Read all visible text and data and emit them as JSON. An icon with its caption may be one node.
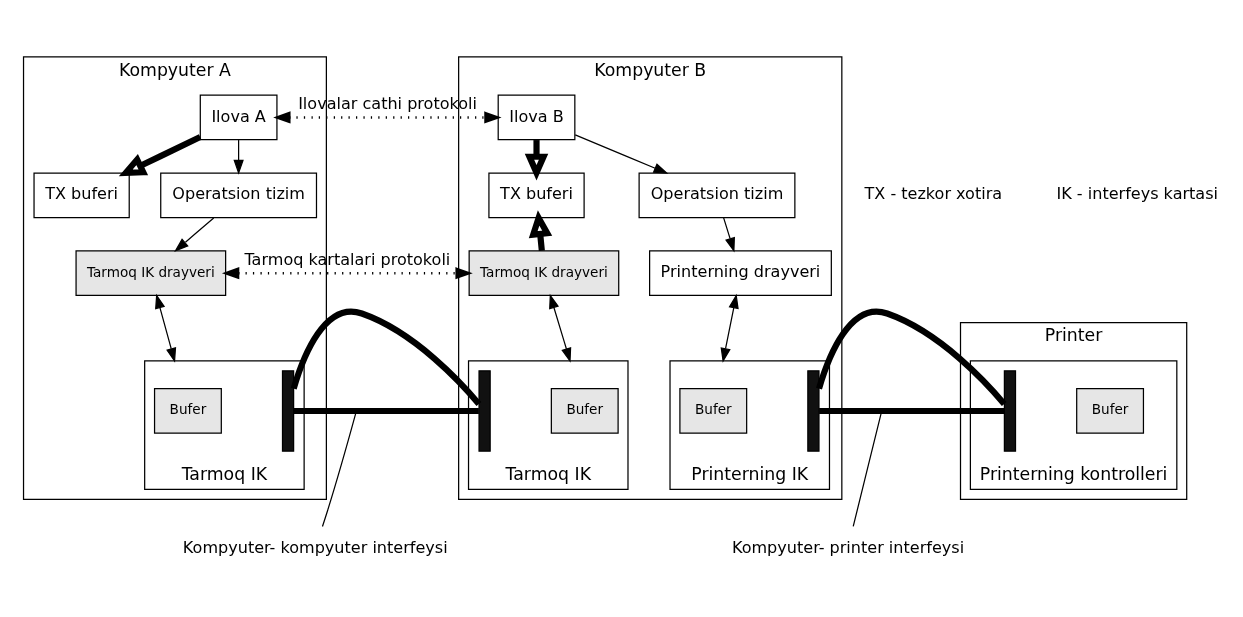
{
  "diagram": {
    "nodes": [
      {
        "text": [
          "Kompyuter A"
        ]
      },
      {
        "text": [
          "Ilova A"
        ],
        "in": 0
      },
      {
        "text": [
          "TX buferi"
        ],
        "in": 0
      },
      {
        "text": [
          "Operatsion tizim"
        ],
        "in": 0
      },
      {
        "text": [
          "Tarmoq IK drayveri"
        ],
        "in": 0
      },
      {
        "text": [
          "Tarmoq IK"
        ],
        "in": 0
      },
      {
        "text": [
          "Bufer"
        ],
        "in": 5
      },
      {
        "text": [
          "Kompyuter B"
        ]
      },
      {
        "text": [
          "Ilova B"
        ],
        "in": 7
      },
      {
        "text": [
          "TX buferi"
        ],
        "in": 7
      },
      {
        "text": [
          "Operatsion tizim"
        ],
        "in": 7
      },
      {
        "text": [
          "Printerning drayveri"
        ],
        "in": 7
      },
      {
        "text": [
          "Tarmoq IK drayveri"
        ],
        "in": 7
      },
      {
        "text": [
          "Tarmoq IK"
        ],
        "in": 7
      },
      {
        "text": [
          "Bufer"
        ],
        "in": 13
      },
      {
        "text": [
          "Printerning IK"
        ],
        "in": 7
      },
      {
        "text": [
          "Bufer"
        ],
        "in": 15
      },
      {
        "text": [
          "Printer"
        ]
      },
      {
        "text": [
          "Printerning kontrolleri"
        ],
        "in": 17
      },
      {
        "text": [
          "Bufer"
        ],
        "in": 18
      },
      {
        "text": [],
        "shape": "bar",
        "in": 5
      },
      {
        "text": [],
        "shape": "bar",
        "in": 13
      },
      {
        "text": [],
        "shape": "bar",
        "in": 15
      },
      {
        "text": [],
        "shape": "bar",
        "in": 18
      },
      {
        "text": [
          "Kompyuter- kompyuter interfeysi"
        ]
      },
      {
        "text": [
          "Kompyuter- printer interfeysi"
        ]
      }
    ],
    "edges": [
      {
        "from": 1,
        "to": 8,
        "arrow": "both",
        "style": "dashed",
        "label": "Ilovalar cathi protokoli"
      },
      {
        "from": 1,
        "to": 2,
        "arrow": "to",
        "style": "thick"
      },
      {
        "from": 1,
        "to": 3,
        "arrow": "to"
      },
      {
        "from": 3,
        "to": 4,
        "arrow": "to"
      },
      {
        "from": 4,
        "to": 12,
        "arrow": "both",
        "style": "dashed",
        "label": "Tarmoq kartalari protokoli"
      },
      {
        "from": 4,
        "to": 5,
        "arrow": "both"
      },
      {
        "from": 8,
        "to": 9,
        "arrow": "to",
        "style": "thick"
      },
      {
        "from": 12,
        "to": 9,
        "arrow": "to",
        "style": "thick"
      },
      {
        "from": 8,
        "to": 10,
        "arrow": "to"
      },
      {
        "from": 10,
        "to": 11,
        "arrow": "to"
      },
      {
        "from": 12,
        "to": 13,
        "arrow": "both"
      },
      {
        "from": 11,
        "to": 15,
        "arrow": "both"
      },
      {
        "from": 20,
        "to": 21,
        "arrow": "none",
        "style": "thick"
      },
      {
        "from": 22,
        "to": 23,
        "arrow": "none",
        "style": "thick"
      },
      {
        "from": 24,
        "to": null,
        "arrow": "none"
      },
      {
        "from": 25,
        "to": null,
        "arrow": "none"
      }
    ],
    "labels": [
      "TX - tezkor xotira",
      "IK - interfeys kartasi"
    ]
  }
}
